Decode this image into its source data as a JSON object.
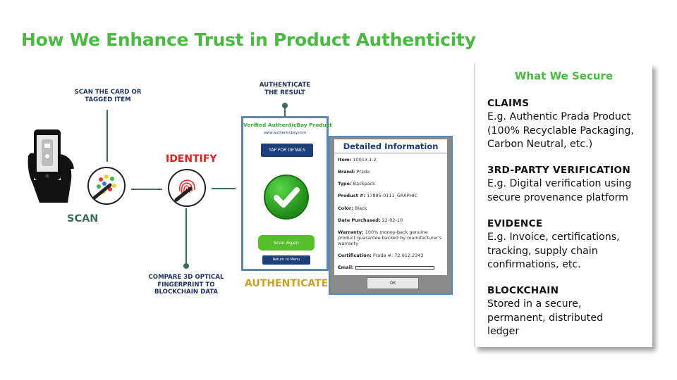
{
  "title": "How We Enhance Trust in Product Authenticity",
  "colors": {
    "accent_green": "#4cb944",
    "navy": "#1f2f5c",
    "identify_red": "#e02020",
    "authenticate_gold": "#c9a227",
    "connector": "#3e6b57"
  },
  "flow": {
    "scan": {
      "callout_line1": "SCAN THE CARD OR",
      "callout_line2": "TAGGED ITEM",
      "label": "SCAN",
      "icon": "hand-holding-phone-icon"
    },
    "identify": {
      "label": "IDENTIFY",
      "callout_line1": "COMPARE 3D OPTICAL",
      "callout_line2": "FINGERPRINT TO",
      "callout_line3": "BLOCKCHAIN DATA",
      "icon": "fingerprint-icon"
    },
    "authenticate": {
      "callout_line1": "AUTHENTICATE",
      "callout_line2": "THE RESULT",
      "label": "AUTHENTICATE"
    }
  },
  "phone_card": {
    "title": "Verified AuthenticBay Product",
    "url": "www.authenticbay.com",
    "tap_button": "TAP FOR DETAILS",
    "scan_again": "Scan Again",
    "return_menu": "Return to Menu"
  },
  "detail_card": {
    "heading": "Detailed Information",
    "rows": [
      {
        "label": "Item:",
        "value": "10013.1.2"
      },
      {
        "label": "Brand:",
        "value": "Prada"
      },
      {
        "label": "Type:",
        "value": "Backpack"
      },
      {
        "label": "Product #:",
        "value": "17895-0111_GRAPHIC"
      },
      {
        "label": "Color:",
        "value": "Black"
      },
      {
        "label": "Date Purchased:",
        "value": "22-02-10"
      },
      {
        "label": "Warranty:",
        "value": "100% money-back genuine product guarantee backed by manufacturer's warranty"
      },
      {
        "label": "Certification:",
        "value": "Prada #: 72.012.2343"
      },
      {
        "label": "Email:",
        "value": ""
      }
    ],
    "ok_button": "OK"
  },
  "panel": {
    "title": "What We Secure",
    "sections": [
      {
        "heading": "CLAIMS",
        "lines": [
          "E.g. Authentic Prada Product",
          "(100% Recyclable Packaging,",
          "Carbon Neutral, etc.)"
        ]
      },
      {
        "heading": "3RD-PARTY VERIFICATION",
        "lines": [
          "E.g. Digital verification using",
          "secure provenance platform"
        ]
      },
      {
        "heading": "EVIDENCE",
        "lines": [
          "E.g. Invoice, certifications,",
          "tracking, supply chain",
          "confirmations, etc."
        ]
      },
      {
        "heading": "BLOCKCHAIN",
        "lines": [
          "Stored in a secure,",
          "permanent, distributed",
          "ledger"
        ]
      }
    ]
  }
}
